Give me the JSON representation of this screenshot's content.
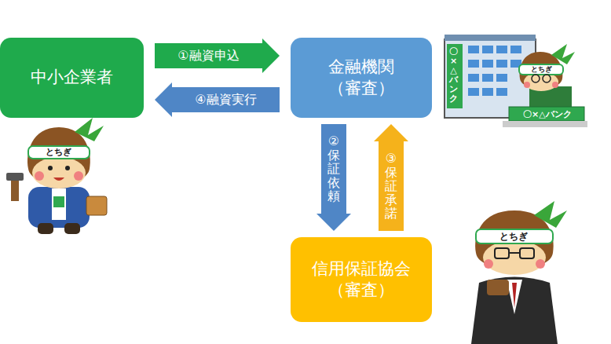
{
  "diagram": {
    "nodes": [
      {
        "text": [
          "中小企業者"
        ]
      },
      {
        "text": [
          "金融機関 （審査）"
        ]
      },
      {
        "text": [
          "信用保証協会 （審査）"
        ]
      }
    ],
    "edges": [
      {
        "from": 0,
        "to": 1,
        "label": "①融資申込",
        "arrow": "to"
      },
      {
        "from": 1,
        "to": 0,
        "label": "④融資実行",
        "arrow": "to"
      },
      {
        "from": 1,
        "to": 2,
        "label": "②保証依頼",
        "arrow": "to"
      },
      {
        "from": 2,
        "to": 1,
        "label": "③保証承諾",
        "arrow": "to"
      }
    ],
    "labels": [
      "とちぎ",
      "とちぎ",
      "とちぎ",
      "〇×△バンク",
      "〇×△バンク"
    ]
  }
}
